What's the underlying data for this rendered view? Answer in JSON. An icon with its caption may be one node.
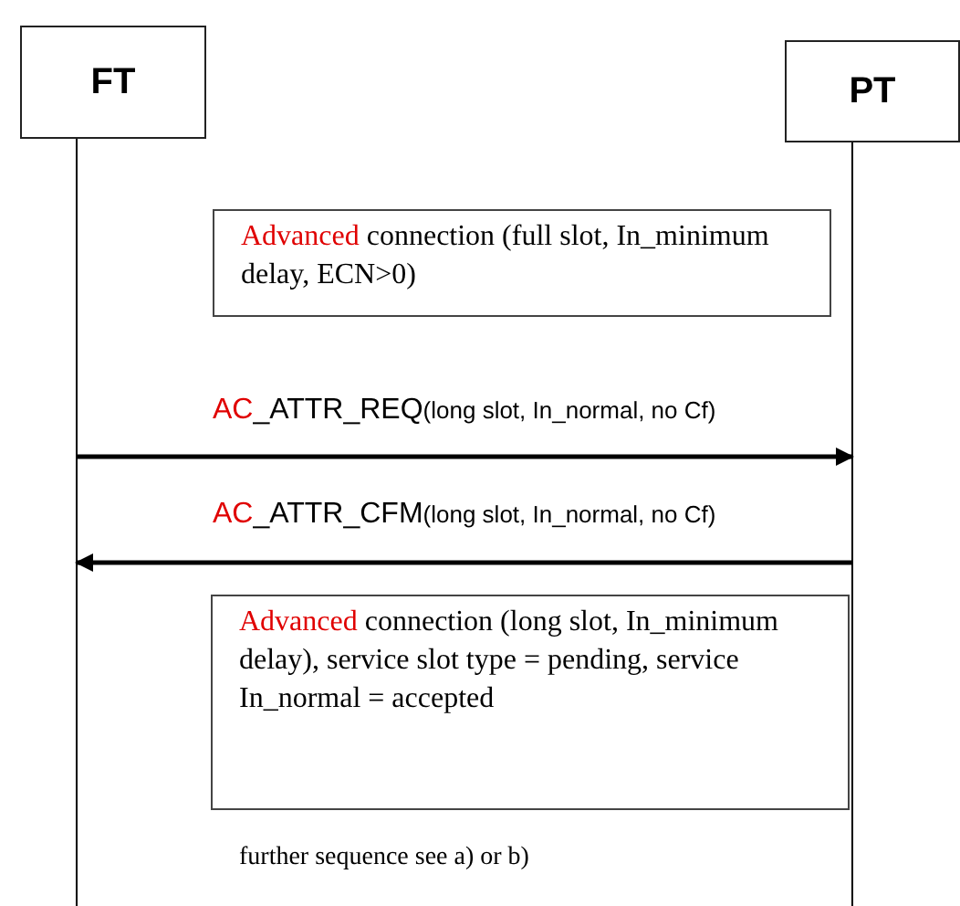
{
  "diagram": {
    "nodes": [
      {
        "text": [
          "FT"
        ]
      },
      {
        "text": [
          "PT"
        ]
      },
      {
        "text": [
          "Advanced connection (full slot, In_minimum delay, ECN>0)"
        ]
      },
      {
        "text": [
          "Advanced connection (long slot, In_minimum delay), service slot type = pending, service In_normal = accepted"
        ]
      }
    ],
    "edges": [
      {
        "from": 0,
        "to": 1,
        "arrow": "to",
        "label": "AC_ATTR_REQ(long slot, In_normal, no Cf)"
      },
      {
        "from": 1,
        "to": 0,
        "arrow": "to",
        "label": "AC_ATTR_CFM(long slot, In_normal, no Cf)"
      }
    ],
    "labels": [
      "further sequence see a) or b)"
    ]
  }
}
